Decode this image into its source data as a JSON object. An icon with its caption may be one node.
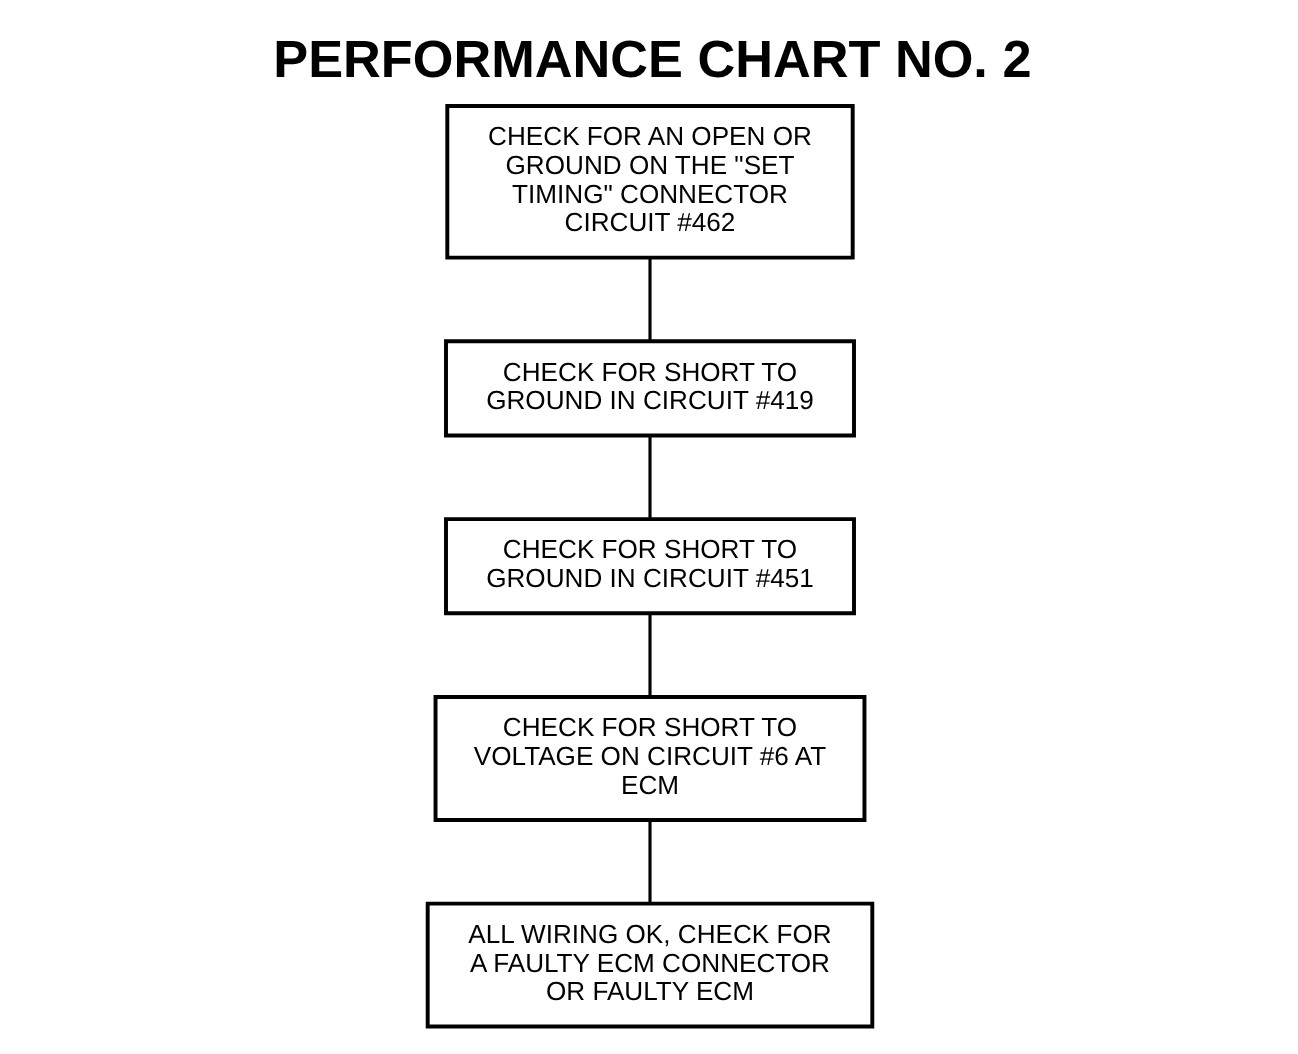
{
  "diagram": {
    "title": "PERFORMANCE CHART NO. 2",
    "nodes": [
      {
        "text": [
          "CHECK FOR AN OPEN OR GROUND ON THE \"SET TIMING\" CONNECTOR CIRCUIT #462"
        ]
      },
      {
        "text": [
          "CHECK FOR SHORT TO GROUND IN CIRCUIT #419"
        ]
      },
      {
        "text": [
          "CHECK FOR SHORT TO GROUND IN CIRCUIT #451"
        ]
      },
      {
        "text": [
          "CHECK FOR SHORT TO VOLTAGE ON CIRCUIT #6 AT ECM"
        ]
      },
      {
        "text": [
          "ALL WIRING OK, CHECK FOR A FAULTY ECM CONNECTOR OR FAULTY ECM"
        ]
      }
    ],
    "edges": [
      {
        "from": 0,
        "to": 1,
        "arrow": "none"
      },
      {
        "from": 1,
        "to": 2,
        "arrow": "none"
      },
      {
        "from": 2,
        "to": 3,
        "arrow": "none"
      },
      {
        "from": 3,
        "to": 4,
        "arrow": "none"
      }
    ]
  }
}
